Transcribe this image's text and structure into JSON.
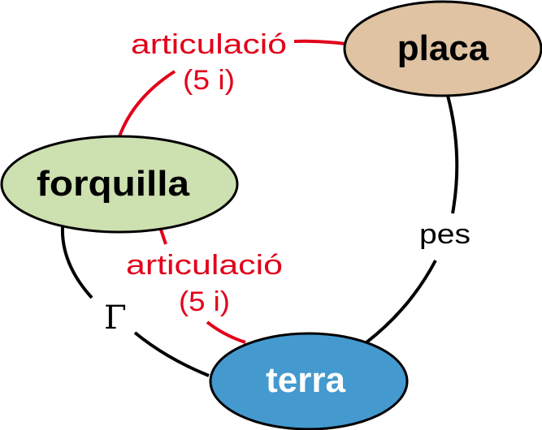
{
  "nodes": {
    "placa": {
      "label": "placa",
      "color": "#dfc3a2"
    },
    "forquilla": {
      "label": "forquilla",
      "color": "#cde0b0"
    },
    "terra": {
      "label": "terra",
      "color": "#4499cf"
    }
  },
  "edges": {
    "placa_forquilla": {
      "label": "articulació",
      "sublabel": "(5 i)",
      "color": "#e2001a"
    },
    "forquilla_terra_joint": {
      "label": "articulació",
      "sublabel": "(5 i)",
      "color": "#e2001a"
    },
    "placa_terra": {
      "label": "pes",
      "color": "#000000"
    },
    "forquilla_terra": {
      "label": "Γ",
      "color": "#000000"
    }
  }
}
